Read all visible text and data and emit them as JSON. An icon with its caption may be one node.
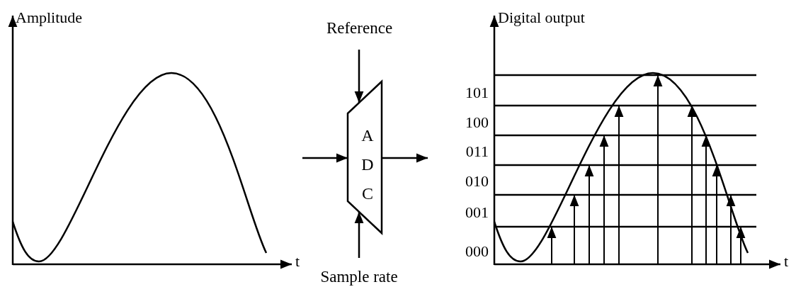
{
  "diagram": {
    "nodes": [
      {
        "text": [
          "Reference"
        ]
      },
      {
        "text": [
          "A D C"
        ]
      },
      {
        "text": [
          "Sample rate"
        ]
      }
    ],
    "edges": [
      {
        "from": 0,
        "to": 1,
        "arrow": "to"
      },
      {
        "from": 2,
        "to": 1,
        "arrow": "to"
      },
      {
        "from": null,
        "to": 1,
        "arrow": "to"
      },
      {
        "from": 1,
        "to": null,
        "arrow": "to"
      }
    ],
    "labels": [
      "Amplitude",
      "Digital output",
      "101",
      "100",
      "011",
      "010",
      "001",
      "000",
      "t",
      "t"
    ]
  }
}
